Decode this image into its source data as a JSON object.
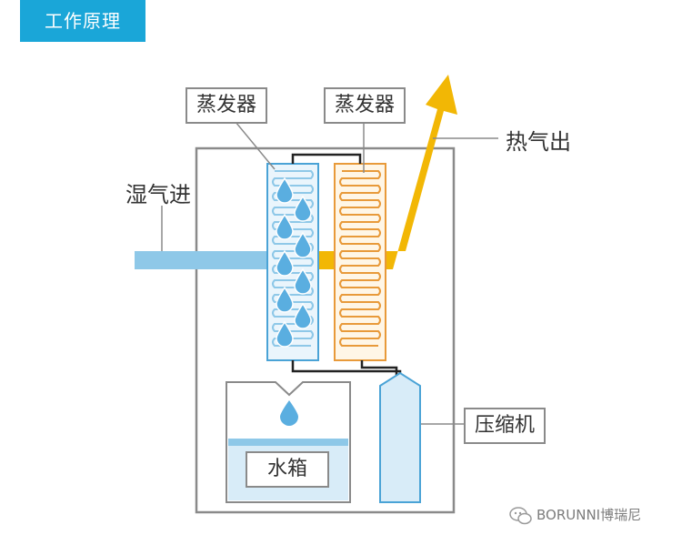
{
  "header": {
    "title": "工作原理"
  },
  "labels": {
    "evaporator_left": "蒸发器",
    "evaporator_right": "蒸发器",
    "hot_air_out": "热气出",
    "humid_air_in": "湿气进",
    "compressor": "压缩机",
    "water_tank": "水箱"
  },
  "watermark": {
    "text": "BORUNNI博瑞尼",
    "icon": "wechat-icon"
  },
  "colors": {
    "header_bg": "#1aa6d8",
    "cold_blue": "#8ec8e8",
    "coil_blue": "#4aa3d6",
    "hot_yellow": "#f2b705",
    "coil_orange": "#e89a3a",
    "frame_gray": "#8a8a8a",
    "droplet": "#5aaee0"
  }
}
